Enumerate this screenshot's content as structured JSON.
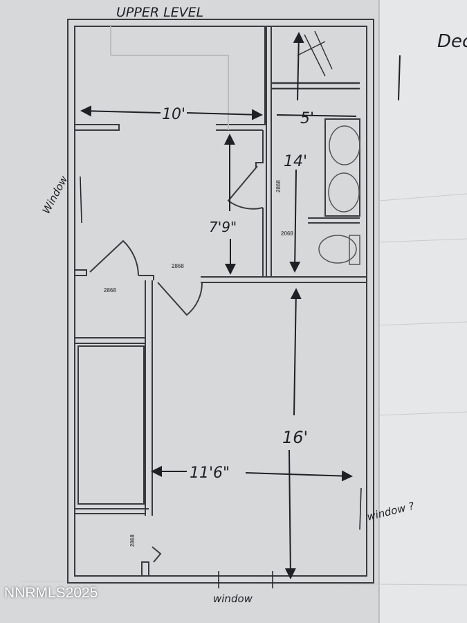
{
  "title": "UPPER LEVEL",
  "side_note": "Dec",
  "dimensions": {
    "top_room_width": "10'",
    "bath_width": "5'",
    "bath_length": "14'",
    "hall_length": "7'9\"",
    "bedroom_length": "16'",
    "bedroom_width": "11'6\""
  },
  "door_labels": {
    "hall_door": "2868",
    "closet_door": "2868",
    "bath_door": "2868",
    "toilet_door": "2068",
    "bottom_closet_door": "2868"
  },
  "notes": {
    "left_window": "Window",
    "right_window": "window ?",
    "bottom_window": "window"
  },
  "watermark": "NNRMLS2025",
  "colors": {
    "paper": "#dcdddf",
    "ink": "#1f1f25",
    "wall": "#3a3a3e"
  }
}
